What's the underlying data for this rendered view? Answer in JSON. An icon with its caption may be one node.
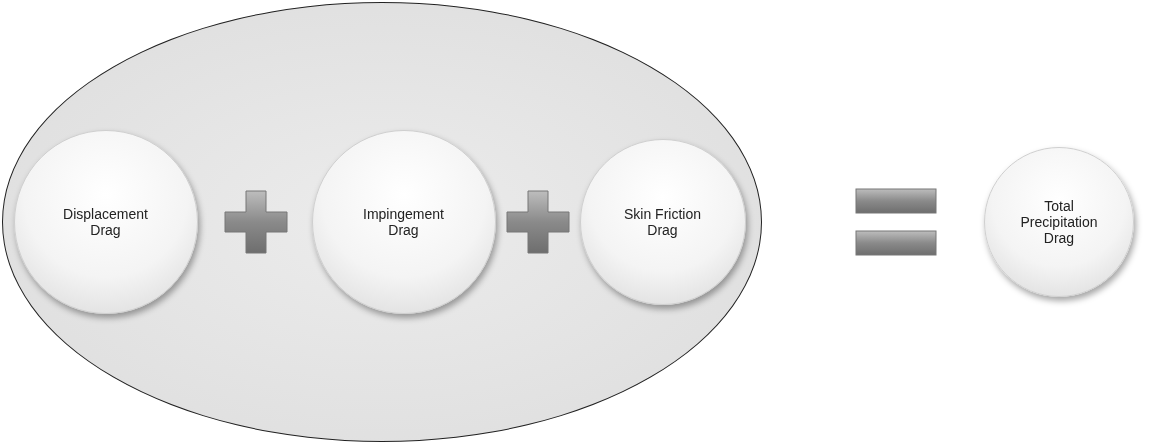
{
  "diagram": {
    "nodes": [
      {
        "text": [],
        "shape": "ellipse"
      },
      {
        "text": [
          "Displacement Drag"
        ],
        "in": 0
      },
      {
        "text": [
          "Impingement Drag"
        ],
        "in": 0
      },
      {
        "text": [
          "Skin Friction Drag"
        ],
        "in": 0
      },
      {
        "text": [
          "Total Precipitation Drag"
        ]
      }
    ]
  }
}
